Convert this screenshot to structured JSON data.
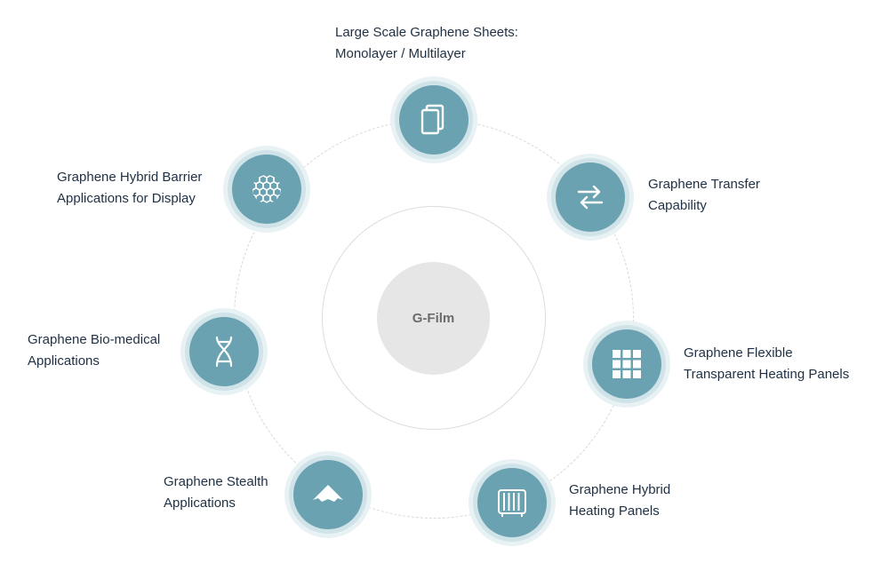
{
  "center": {
    "label": "G-Film"
  },
  "nodes": [
    {
      "icon": "document-stack-icon",
      "line1": "Large Scale Graphene Sheets:",
      "line2": "Monolayer / Multilayer"
    },
    {
      "icon": "transfer-arrows-icon",
      "line1": "Graphene Transfer",
      "line2": "Capability"
    },
    {
      "icon": "grid-panel-icon",
      "line1": "Graphene Flexible",
      "line2": "Transparent Heating Panels"
    },
    {
      "icon": "radiator-icon",
      "line1": "Graphene Hybrid",
      "line2": "Heating Panels"
    },
    {
      "icon": "stealth-aircraft-icon",
      "line1": "Graphene Stealth",
      "line2": "Applications"
    },
    {
      "icon": "dna-icon",
      "line1": "Graphene Bio-medical",
      "line2": "Applications"
    },
    {
      "icon": "hexagon-mesh-icon",
      "line1": "Graphene Hybrid Barrier",
      "line2": "Applications for Display"
    }
  ],
  "colors": {
    "node_fill": "#6aa2b2",
    "node_halo": "#cfe3e8",
    "core": "#e6e6e6",
    "text": "#1f3044"
  }
}
